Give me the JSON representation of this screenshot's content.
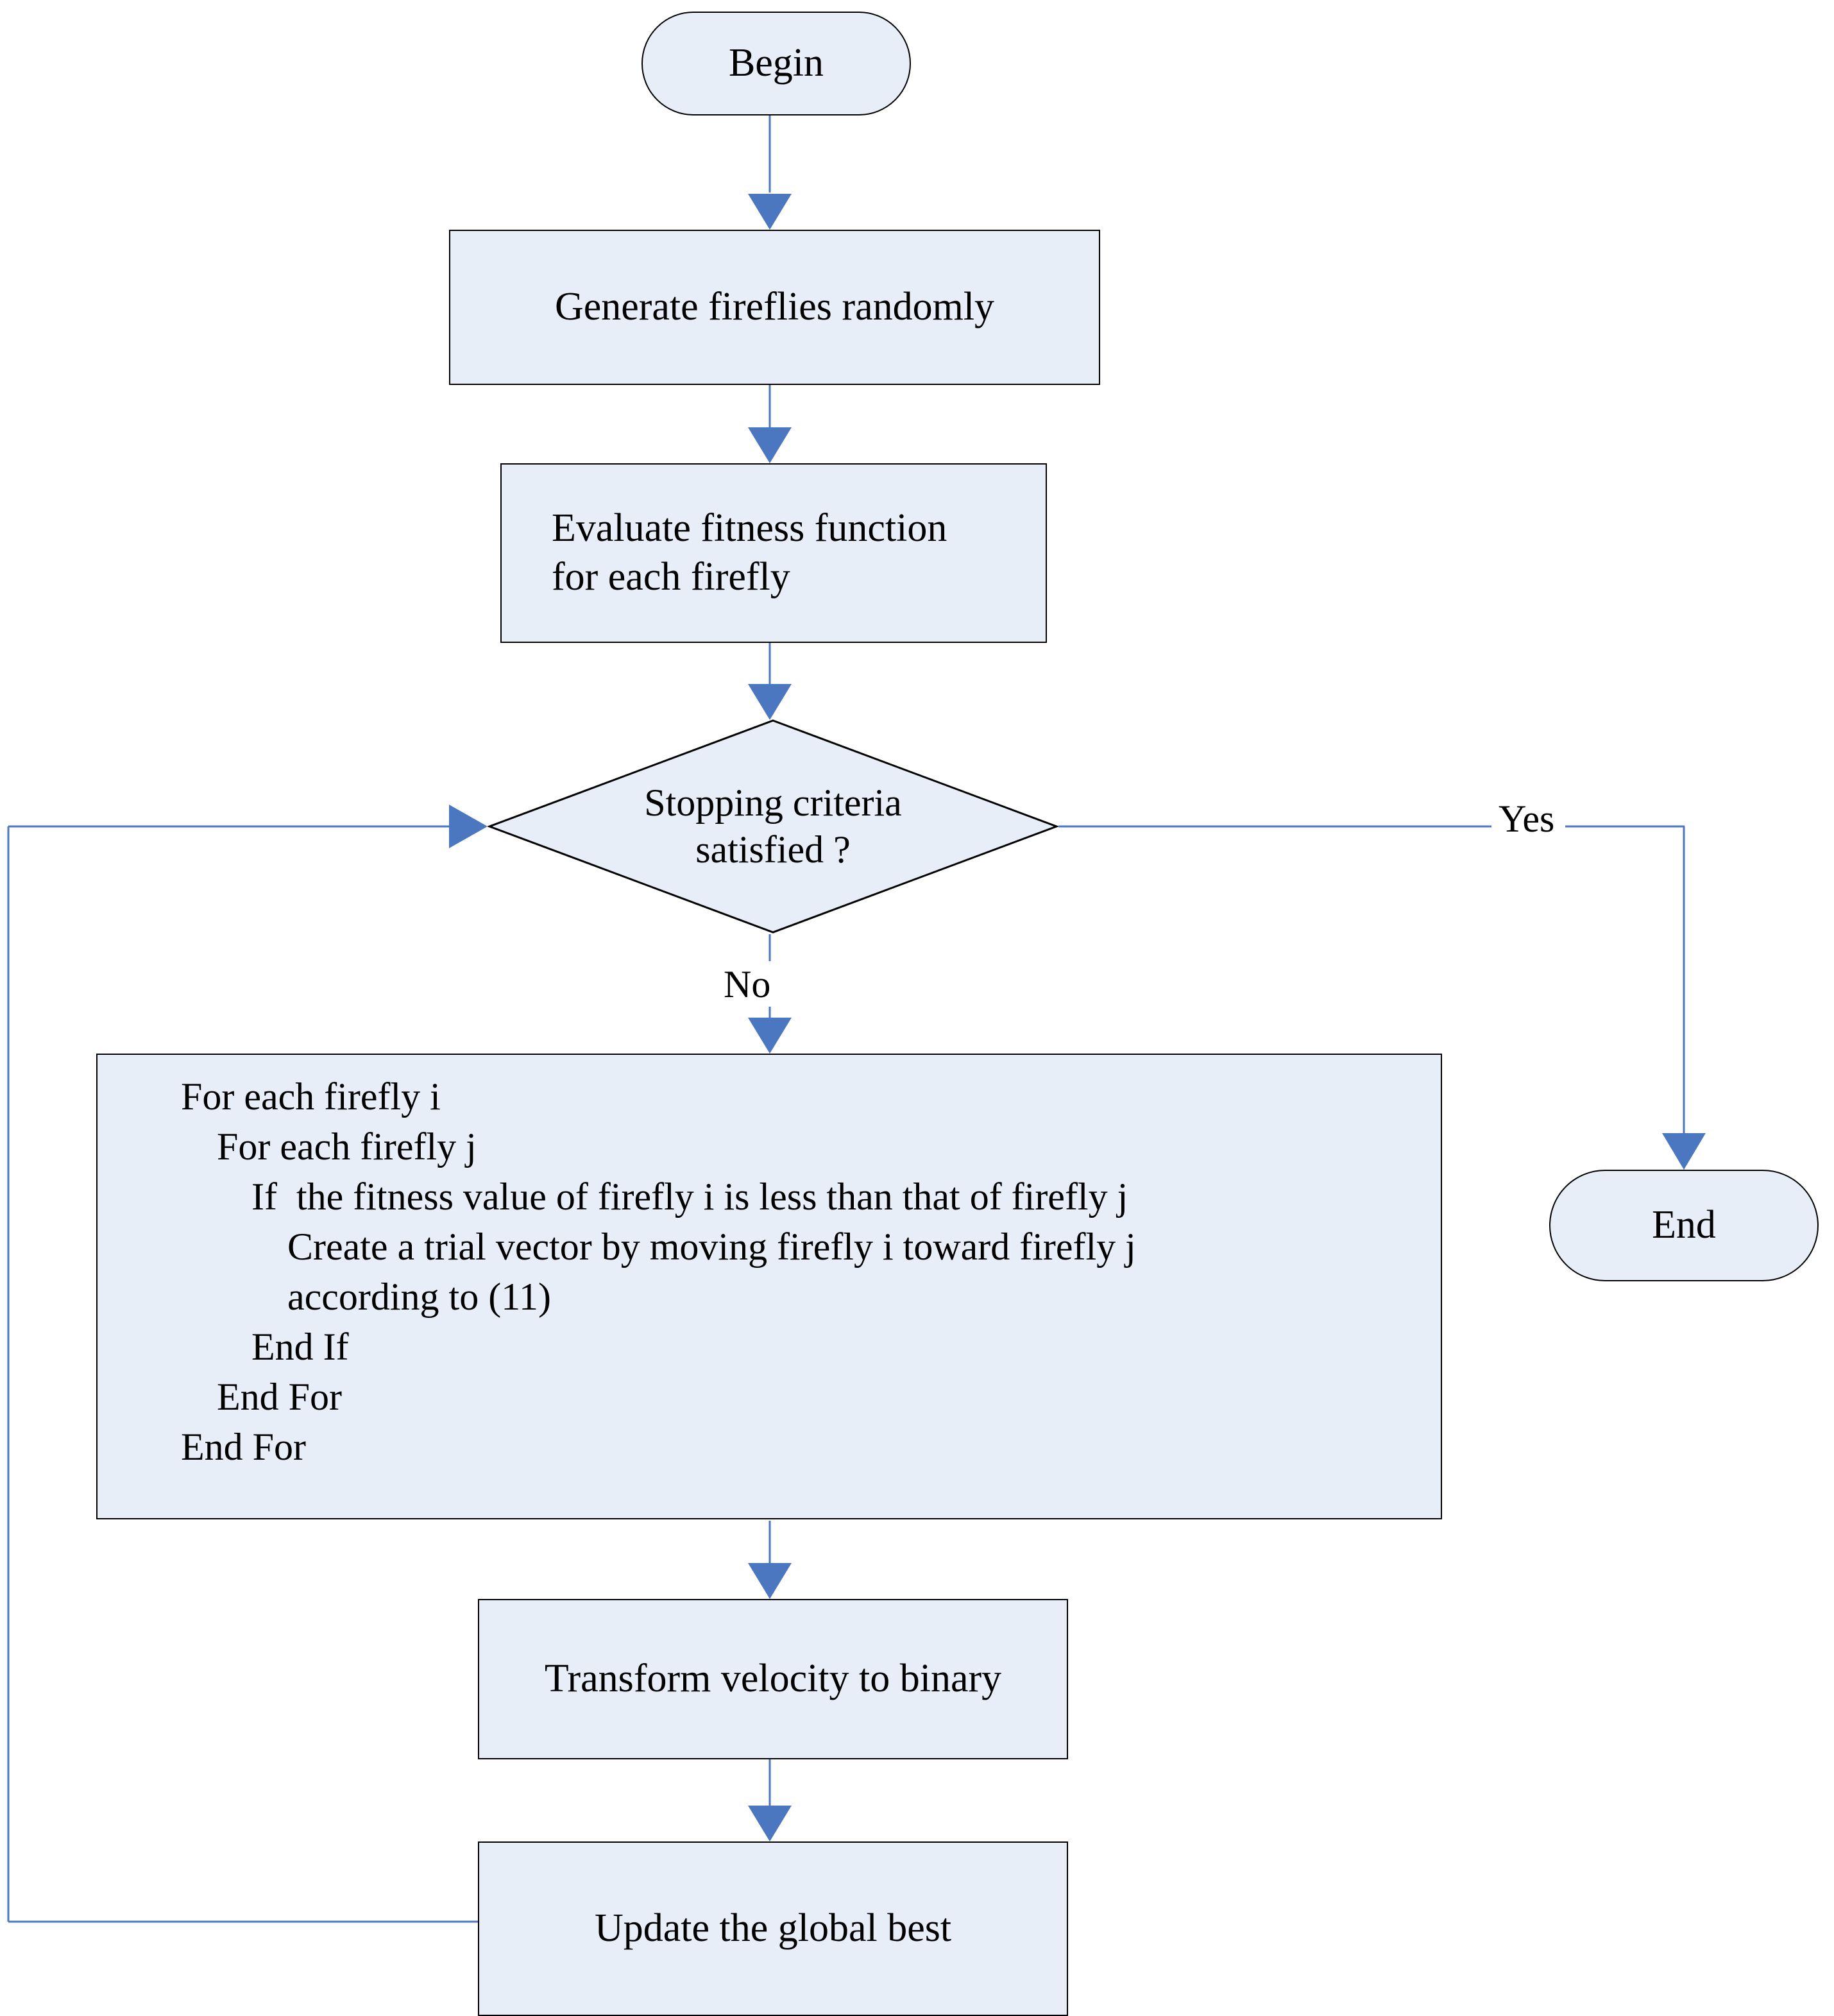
{
  "diagram": {
    "type": "flowchart",
    "title": "Binary Firefly Algorithm flowchart",
    "colors": {
      "node_fill": "#e8eef8",
      "node_border": "#000000",
      "connector_line": "#4a77c0",
      "arrow_head": "#4a77c0",
      "text": "#000000",
      "background": "#ffffff"
    }
  },
  "nodes": {
    "begin": {
      "label": "Begin",
      "shape": "terminal"
    },
    "generate": {
      "label": "Generate fireflies randomly",
      "shape": "process"
    },
    "evaluate": {
      "label": "Evaluate fitness function\nfor each firefly",
      "shape": "process"
    },
    "decision": {
      "label": "Stopping criteria\nsatisfied ?",
      "shape": "decision"
    },
    "pseudocode": {
      "shape": "process",
      "lines": [
        {
          "indent": 0,
          "text": "For each firefly i"
        },
        {
          "indent": 1,
          "text": "For each firefly j"
        },
        {
          "indent": 2,
          "text": "If  the fitness value of firefly i is less than that of firefly j"
        },
        {
          "indent": 3,
          "text": "Create a trial vector by moving firefly i toward firefly j"
        },
        {
          "indent": 3,
          "text": "according to (11)"
        },
        {
          "indent": 2,
          "text": "End If"
        },
        {
          "indent": 1,
          "text": "End For"
        },
        {
          "indent": 0,
          "text": "End For"
        }
      ]
    },
    "transform": {
      "label": "Transform velocity to binary",
      "shape": "process"
    },
    "update": {
      "label": "Update the global best",
      "shape": "process"
    },
    "end": {
      "label": "End",
      "shape": "terminal"
    }
  },
  "edge_labels": {
    "yes": "Yes",
    "no": "No"
  },
  "edges": [
    {
      "from": "begin",
      "to": "generate",
      "label": ""
    },
    {
      "from": "generate",
      "to": "evaluate",
      "label": ""
    },
    {
      "from": "evaluate",
      "to": "decision",
      "label": ""
    },
    {
      "from": "decision",
      "to": "end",
      "label": "Yes"
    },
    {
      "from": "decision",
      "to": "pseudocode",
      "label": "No"
    },
    {
      "from": "pseudocode",
      "to": "transform",
      "label": ""
    },
    {
      "from": "transform",
      "to": "update",
      "label": ""
    },
    {
      "from": "update",
      "to": "decision",
      "label": ""
    }
  ]
}
